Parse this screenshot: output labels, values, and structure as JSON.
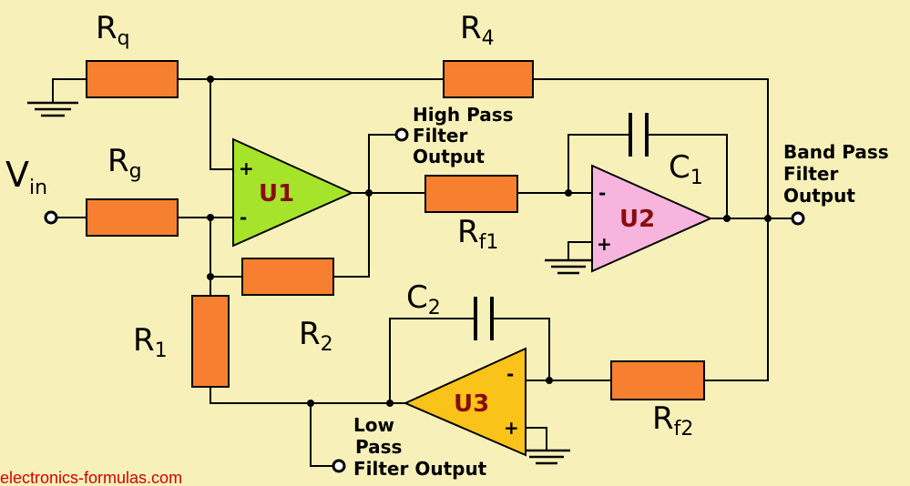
{
  "labels": {
    "rq_main": "R",
    "rq_sub": "q",
    "r4_main": "R",
    "r4_sub": "4",
    "rg_main": "R",
    "rg_sub": "g",
    "vin_main": "V",
    "vin_sub": "in",
    "rf1_main": "R",
    "rf1_sub": "f1",
    "c1_main": "C",
    "c1_sub": "1",
    "c2_main": "C",
    "c2_sub": "2",
    "r1_main": "R",
    "r1_sub": "1",
    "r2_main": "R",
    "r2_sub": "2",
    "rf2_main": "R",
    "rf2_sub": "f2"
  },
  "opamps": {
    "u1": "U1",
    "u2": "U2",
    "u3": "U3",
    "plus": "+",
    "minus": "-"
  },
  "outputs": {
    "high_pass": [
      "High Pass",
      "Filter",
      "Output"
    ],
    "band_pass": [
      "Band Pass",
      "Filter",
      "Output"
    ],
    "low_pass": [
      "Low",
      "Pass",
      "Filter Output"
    ]
  },
  "colors": {
    "background": "#f7f0b9",
    "resistor": "#f6802f",
    "u1_fill": "#a6e42c",
    "u2_fill": "#f7b4dd",
    "u3_fill": "#f9c31a",
    "opamp_label": "#8a0d0d",
    "watermark": "#d40000"
  },
  "watermark": "electronics-formulas.com"
}
